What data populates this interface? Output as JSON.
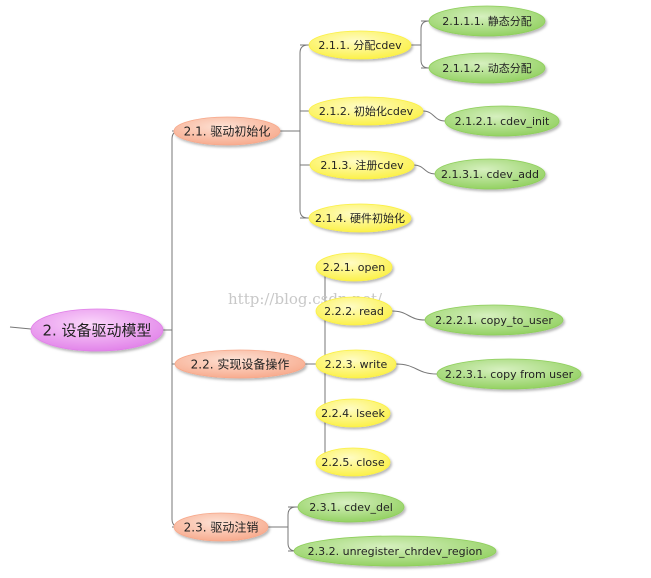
{
  "colors": {
    "root": "#e07fe8",
    "level1": "#f7a88a",
    "level2": "#fbf042",
    "level3": "#8fcf5c",
    "connector": "#777777"
  },
  "watermark": "http://blog.csdn.net/",
  "root": {
    "label": "2. 设备驱动模型"
  },
  "branches": [
    {
      "id": "n-2-1",
      "label": "2.1. 驱动初始化",
      "children": [
        {
          "id": "n-2-1-1",
          "label": "2.1.1. 分配cdev",
          "children": [
            {
              "id": "n-2-1-1-1",
              "label": "2.1.1.1. 静态分配"
            },
            {
              "id": "n-2-1-1-2",
              "label": "2.1.1.2. 动态分配"
            }
          ]
        },
        {
          "id": "n-2-1-2",
          "label": "2.1.2. 初始化cdev",
          "children": [
            {
              "id": "n-2-1-2-1",
              "label": "2.1.2.1. cdev_init"
            }
          ]
        },
        {
          "id": "n-2-1-3",
          "label": "2.1.3. 注册cdev",
          "children": [
            {
              "id": "n-2-1-3-1",
              "label": "2.1.3.1. cdev_add"
            }
          ]
        },
        {
          "id": "n-2-1-4",
          "label": "2.1.4. 硬件初始化",
          "children": []
        }
      ]
    },
    {
      "id": "n-2-2",
      "label": "2.2. 实现设备操作",
      "children": [
        {
          "id": "n-2-2-1",
          "label": "2.2.1. open",
          "children": []
        },
        {
          "id": "n-2-2-2",
          "label": "2.2.2. read",
          "children": [
            {
              "id": "n-2-2-2-1",
              "label": "2.2.2.1. copy_to_user"
            }
          ]
        },
        {
          "id": "n-2-2-3",
          "label": "2.2.3. write",
          "children": [
            {
              "id": "n-2-2-3-1",
              "label": "2.2.3.1. copy  from  user"
            }
          ]
        },
        {
          "id": "n-2-2-4",
          "label": "2.2.4. lseek",
          "children": []
        },
        {
          "id": "n-2-2-5",
          "label": "2.2.5. close",
          "children": []
        }
      ]
    },
    {
      "id": "n-2-3",
      "label": "2.3. 驱动注销",
      "children": [
        {
          "id": "n-2-3-1",
          "label": "2.3.1. cdev_del",
          "level": 3,
          "children": []
        },
        {
          "id": "n-2-3-2",
          "label": "2.3.2. unregister_chrdev_region",
          "level": 3,
          "children": []
        }
      ]
    }
  ]
}
